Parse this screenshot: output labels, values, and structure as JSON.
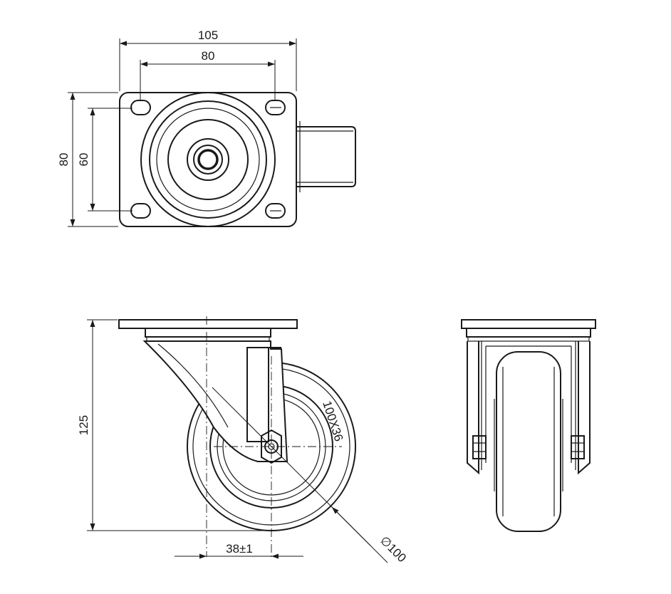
{
  "dimensions": {
    "plate_width": "105",
    "hole_spacing_x": "80",
    "plate_length": "80",
    "hole_spacing_y": "60",
    "overall_height": "125",
    "offset": "38±1",
    "wheel_diameter": "∅100",
    "wheel_marking": "100X36"
  }
}
